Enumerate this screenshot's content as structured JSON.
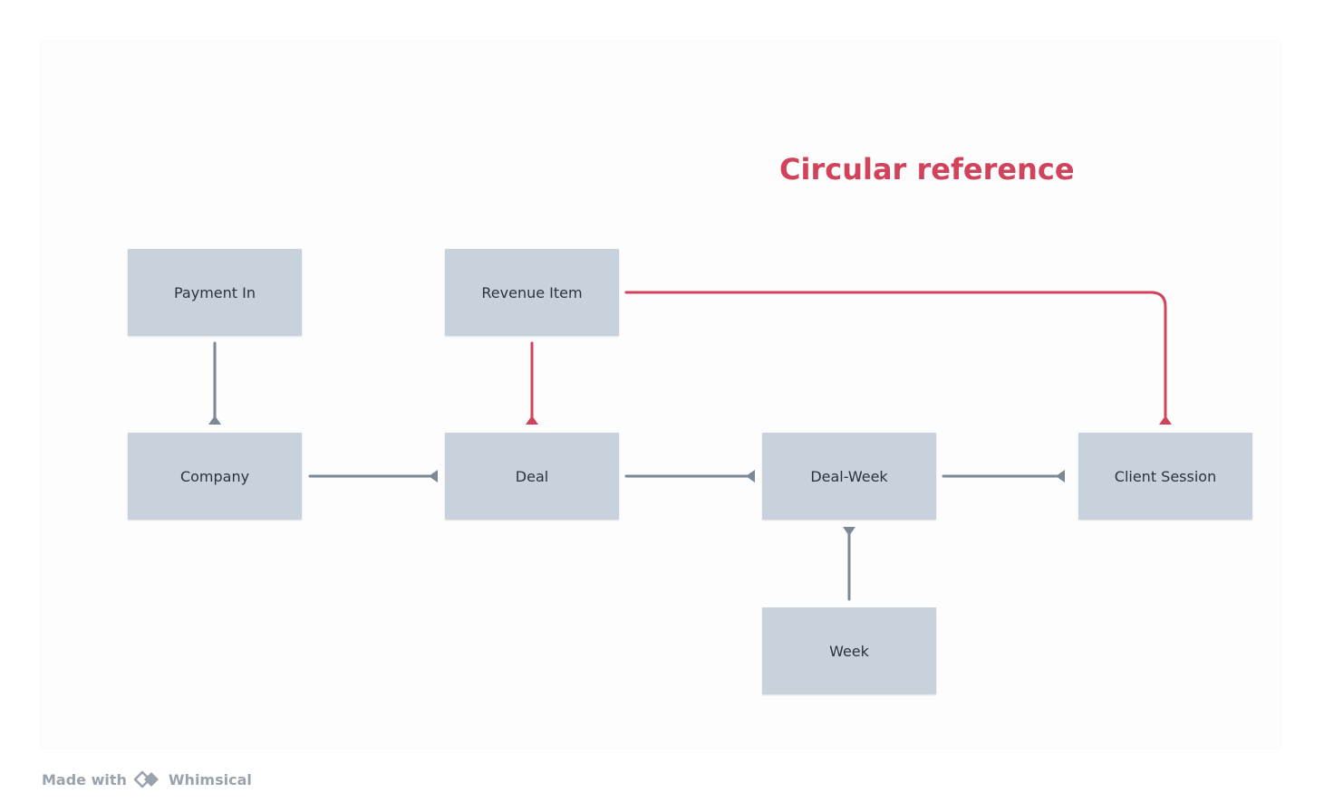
{
  "diagram": {
    "title": "Circular reference",
    "nodes": {
      "payment_in": "Payment In",
      "revenue_item": "Revenue Item",
      "company": "Company",
      "deal": "Deal",
      "deal_week": "Deal-Week",
      "client_session": "Client Session",
      "week": "Week"
    },
    "colors": {
      "node_fill": "#c7d2dc",
      "edge": "#7b8896",
      "highlight": "#d1435b"
    }
  },
  "footer": {
    "made_with": "Made with",
    "brand": "Whimsical"
  }
}
